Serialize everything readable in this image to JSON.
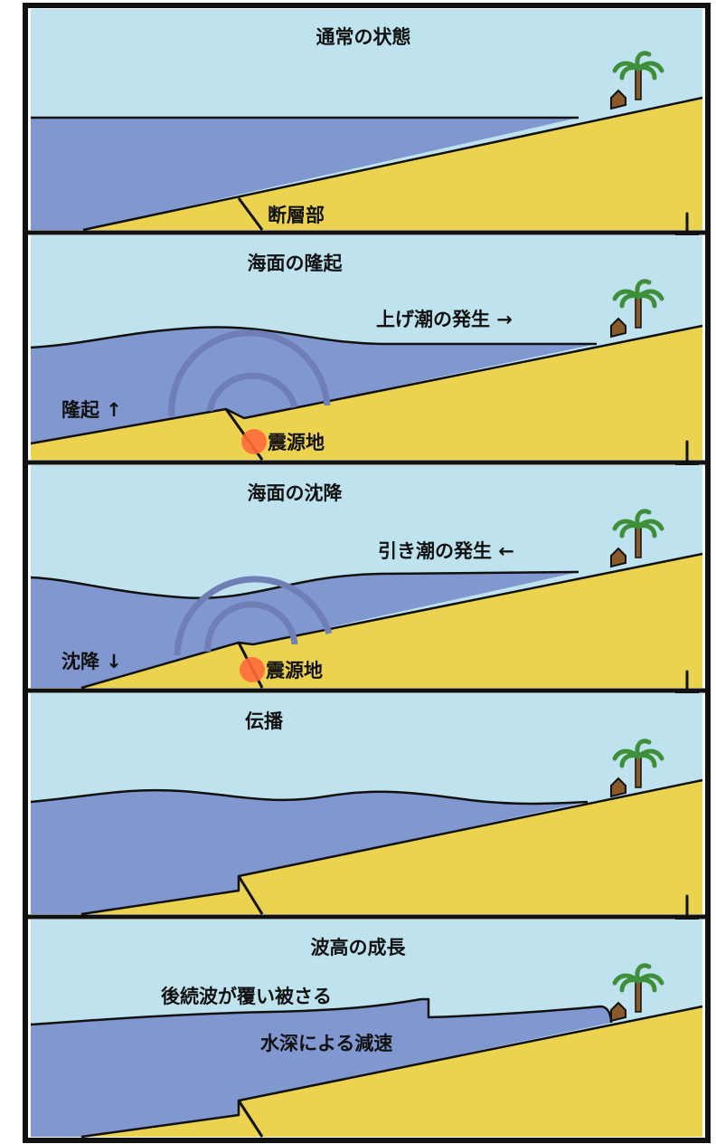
{
  "colors": {
    "sky": "#bfe3ee",
    "sea": "#8097cf",
    "land": "#ecd34f",
    "ring": "#6f7fb6",
    "epicenter": "#ff6a3a",
    "house": "#8b5a2b",
    "palm": "#3f8f3a",
    "border": "#111111"
  },
  "panels": [
    {
      "title": "通常の状態",
      "labels": {
        "fault": "断層部"
      }
    },
    {
      "title": "海面の隆起",
      "labels": {
        "tide": "上げ潮の発生 →",
        "motion": "隆起 ↑",
        "epicenter": "震源地"
      }
    },
    {
      "title": "海面の沈降",
      "labels": {
        "tide": "引き潮の発生 ←",
        "motion": "沈降 ↓",
        "epicenter": "震源地"
      }
    },
    {
      "title": "伝播",
      "labels": {}
    },
    {
      "title": "波高の成長",
      "labels": {
        "overtake": "後続波が覆い被さる",
        "decel": "水深による減速"
      }
    }
  ]
}
